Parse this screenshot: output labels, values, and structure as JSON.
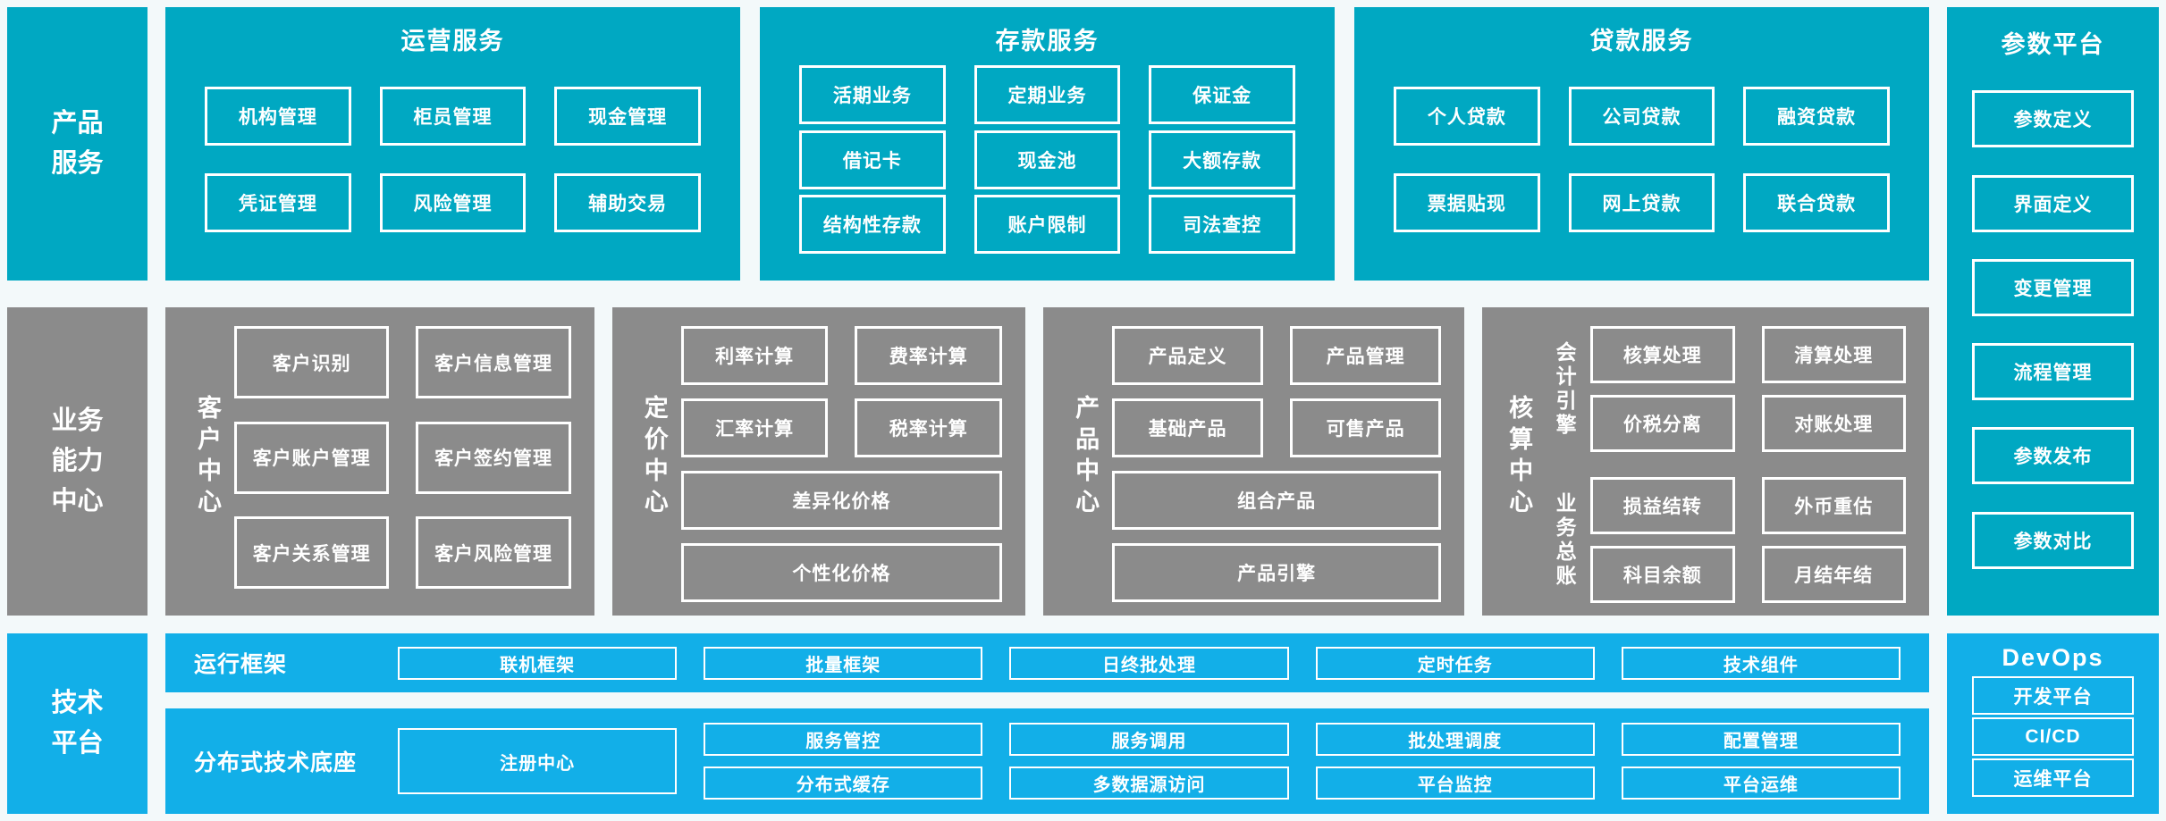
{
  "colors": {
    "teal": "#00a8c2",
    "gray": "#8b8b8b",
    "blue": "#12afe8",
    "background": "#f3f9fa",
    "box_border": "#ffffff"
  },
  "rails": {
    "product_services": "产品\n服务",
    "business_capability": "业务\n能力\n中心",
    "tech_platform": "技术\n平台"
  },
  "top": {
    "operation": {
      "title": "运营服务",
      "rows": [
        [
          "机构管理",
          "柜员管理",
          "现金管理"
        ],
        [
          "凭证管理",
          "风险管理",
          "辅助交易"
        ]
      ]
    },
    "deposit": {
      "title": "存款服务",
      "rows": [
        [
          "活期业务",
          "定期业务",
          "保证金"
        ],
        [
          "借记卡",
          "现金池",
          "大额存款"
        ],
        [
          "结构性存款",
          "账户限制",
          "司法查控"
        ]
      ]
    },
    "loan": {
      "title": "贷款服务",
      "rows": [
        [
          "个人贷款",
          "公司贷款",
          "融资贷款"
        ],
        [
          "票据贴现",
          "网上贷款",
          "联合贷款"
        ]
      ]
    }
  },
  "param_platform": {
    "title": "参数平台",
    "items": [
      "参数定义",
      "界面定义",
      "变更管理",
      "流程管理",
      "参数发布",
      "参数对比"
    ]
  },
  "middle": {
    "customer": {
      "label": "客户中心",
      "rows": [
        [
          "客户识别",
          "客户信息管理"
        ],
        [
          "客户账户管理",
          "客户签约管理"
        ],
        [
          "客户关系管理",
          "客户风险管理"
        ]
      ]
    },
    "pricing": {
      "label": "定价中心",
      "rows": [
        [
          "利率计算",
          "费率计算"
        ],
        [
          "汇率计算",
          "税率计算"
        ]
      ],
      "wide": [
        "差异化价格",
        "个性化价格"
      ]
    },
    "product": {
      "label": "产品中心",
      "rows": [
        [
          "产品定义",
          "产品管理"
        ],
        [
          "基础产品",
          "可售产品"
        ]
      ],
      "wide": [
        "组合产品",
        "产品引擎"
      ]
    },
    "accounting": {
      "label": "核算中心",
      "groups": [
        {
          "label": "会计引擎",
          "rows": [
            [
              "核算处理",
              "清算处理"
            ],
            [
              "价税分离",
              "对账处理"
            ]
          ]
        },
        {
          "label": "业务总账",
          "rows": [
            [
              "损益结转",
              "外币重估"
            ],
            [
              "科目余额",
              "月结年结"
            ]
          ]
        }
      ]
    }
  },
  "bottom": {
    "runtime": {
      "label": "运行框架",
      "items": [
        "联机框架",
        "批量框架",
        "日终批处理",
        "定时任务",
        "技术组件"
      ]
    },
    "distributed": {
      "label": "分布式技术底座",
      "registry": "注册中心",
      "rows": [
        [
          "服务管控",
          "服务调用",
          "批处理调度",
          "配置管理"
        ],
        [
          "分布式缓存",
          "多数据源访问",
          "平台监控",
          "平台运维"
        ]
      ]
    }
  },
  "devops": {
    "title": "DevOps",
    "items": [
      "开发平台",
      "CI/CD",
      "运维平台"
    ]
  }
}
